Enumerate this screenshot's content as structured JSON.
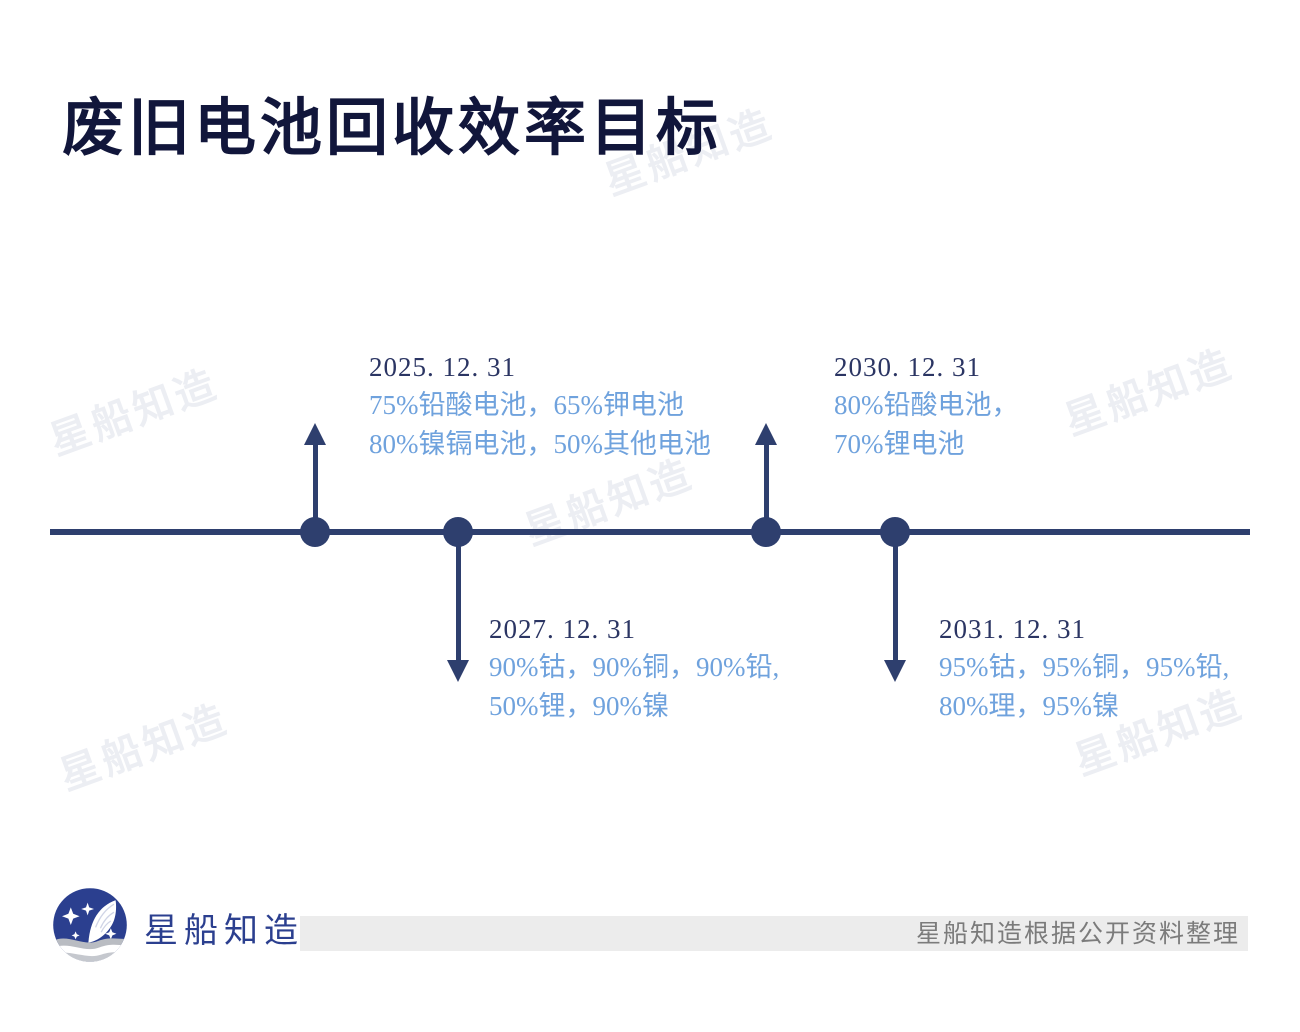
{
  "page": {
    "title": "废旧电池回收效率目标",
    "background_color": "#ffffff",
    "navy": "#2e3f6e",
    "title_color": "#11163b",
    "accent_blue": "#6fa2dd",
    "date_color": "#2b3563"
  },
  "watermark": {
    "text": "星船知造",
    "color": "#eceef3"
  },
  "timeline": {
    "axis_label": "timeline-axis",
    "entries": [
      {
        "date": "2025. 12. 31",
        "details": [
          "75%铅酸电池，65%钾电池",
          "80%镍镉电池，50%其他电池"
        ],
        "direction": "up"
      },
      {
        "date": "2027. 12. 31",
        "details": [
          "90%钴，90%铜，90%铅,",
          "50%锂，90%镍"
        ],
        "direction": "down"
      },
      {
        "date": "2030. 12. 31",
        "details": [
          "80%铅酸电池，",
          "70%锂电池"
        ],
        "direction": "up"
      },
      {
        "date": "2031. 12. 31",
        "details": [
          "95%钴，95%铜，95%铅,",
          "80%理，95%镍"
        ],
        "direction": "down"
      }
    ]
  },
  "footer": {
    "brand_name": "星船知造",
    "note": "星船知造根据公开资料整理",
    "bar_color": "#ececec",
    "note_color": "#7b7b7b",
    "logo_color": "#2b3f8f"
  }
}
